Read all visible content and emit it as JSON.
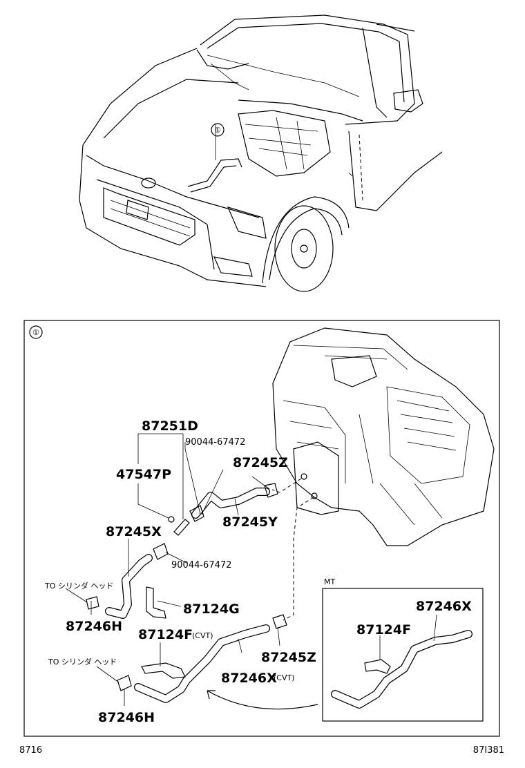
{
  "callout_marker": "①",
  "labels": {
    "p87251D": "87251D",
    "p90044a": "90044-67472",
    "p47547P": "47547P",
    "p87245Z_top": "87245Z",
    "p87245Y": "87245Y",
    "p87245X": "87245X",
    "p90044b": "90044-67472",
    "p87124G": "87124G",
    "p87246H_top": "87246H",
    "p87124F": "87124F",
    "p87124F_note": "(CVT)",
    "p87245Z_bot": "87245Z",
    "p87246X_main": "87246X",
    "p87246X_note": "(CVT)",
    "p87246H_bot": "87246H",
    "to_cyl_head_1": "TO シリンダ ヘッド",
    "to_cyl_head_2": "TO シリンダ ヘッド",
    "mt_title": "MT",
    "mt_87246X": "87246X",
    "mt_87124F": "87124F"
  },
  "footer": {
    "left": "8716",
    "right": "87I381"
  }
}
